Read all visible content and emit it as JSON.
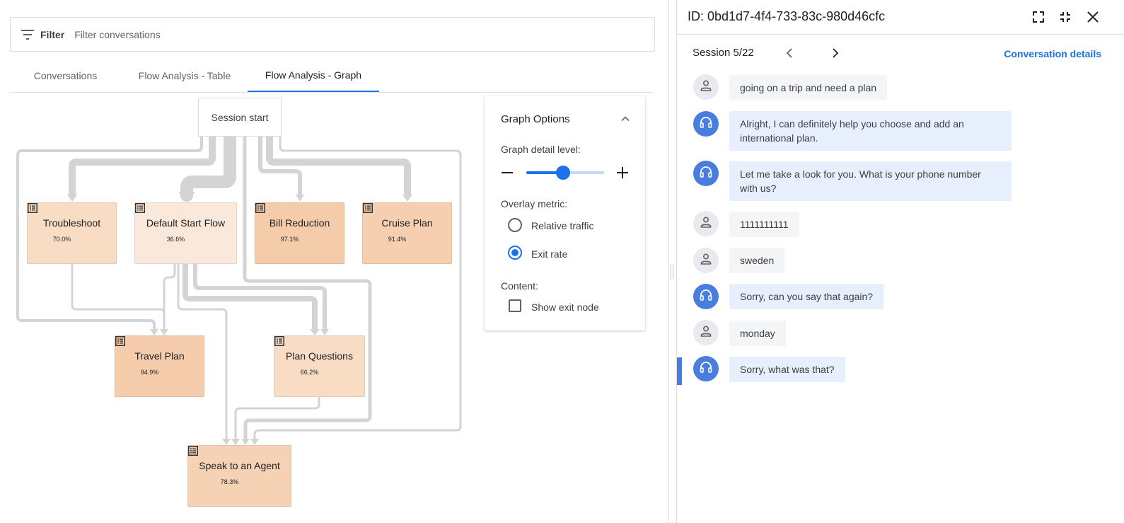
{
  "filter": {
    "label": "Filter",
    "placeholder": "Filter conversations"
  },
  "tabs": [
    {
      "label": "Conversations",
      "active": false
    },
    {
      "label": "Flow Analysis - Table",
      "active": false
    },
    {
      "label": "Flow Analysis - Graph",
      "active": true
    }
  ],
  "graph": {
    "start": "Session start",
    "nodes": [
      {
        "name": "Troubleshoot",
        "pct": "70.0%"
      },
      {
        "name": "Default Start Flow",
        "pct": "36.6%"
      },
      {
        "name": "Bill Reduction",
        "pct": "97.1%"
      },
      {
        "name": "Cruise Plan",
        "pct": "91.4%"
      },
      {
        "name": "Travel Plan",
        "pct": "94.9%"
      },
      {
        "name": "Plan Questions",
        "pct": "66.2%"
      },
      {
        "name": "Speak to an Agent",
        "pct": "78.3%"
      }
    ]
  },
  "options": {
    "title": "Graph Options",
    "detail_label": "Graph detail level:",
    "detail_level": 0.47,
    "overlay_label": "Overlay metric:",
    "overlay_options": [
      "Relative traffic",
      "Exit rate"
    ],
    "overlay_selected": "Exit rate",
    "content_label": "Content:",
    "show_exit_label": "Show exit node",
    "show_exit_checked": false
  },
  "panel": {
    "id": "ID: 0bd1d7-4f4-733-83c-980d46cfc",
    "session": "Session 5/22",
    "details_link": "Conversation details",
    "messages": [
      {
        "role": "user",
        "text": "going on a trip and need a plan"
      },
      {
        "role": "agent",
        "text": "Alright, I can definitely help you choose and add an international plan."
      },
      {
        "role": "agent",
        "text": "Let me take a look for you. What is your phone number with us?"
      },
      {
        "role": "user",
        "text": "1111111111"
      },
      {
        "role": "user",
        "text": "sweden"
      },
      {
        "role": "agent",
        "text": "Sorry, can you say that again?"
      },
      {
        "role": "user",
        "text": "monday"
      },
      {
        "role": "agent",
        "text": "Sorry, what was that?"
      }
    ]
  },
  "colors": {
    "accent": "#1a73e8",
    "agent_avatar": "#4a7de0",
    "node_light": "#fae8da",
    "node_mid": "#f8dcc4",
    "node_dark": "#f5ccaa"
  },
  "icons": [
    "filter-icon",
    "list-icon",
    "chevron-up-icon",
    "minus-icon",
    "plus-icon",
    "fullscreen-icon",
    "collapse-icon",
    "close-icon",
    "chevron-left-icon",
    "chevron-right-icon",
    "person-icon",
    "headset-icon"
  ]
}
